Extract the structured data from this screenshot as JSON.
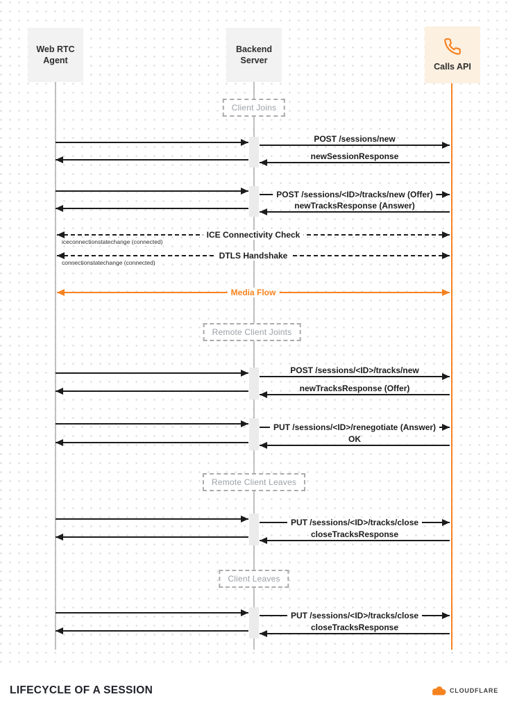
{
  "title": "LIFECYCLE OF A SESSION",
  "brand": {
    "name": "CLOUDFLARE",
    "icon": "cloudflare-cloud-icon"
  },
  "colors": {
    "accent": "#f6821f",
    "arrow": "#1b1b1b",
    "lifeline_gray": "#bfbfbf",
    "section_text": "#9aa0a6",
    "participant_gray_bg": "#f2f2f2",
    "calls_api_bg": "#fcf0e1"
  },
  "participants": [
    {
      "id": "webrtc",
      "label": "Web RTC Agent",
      "lines": [
        "Web RTC",
        "Agent"
      ]
    },
    {
      "id": "backend",
      "label": "Backend Server",
      "lines": [
        "Backend",
        "Server"
      ]
    },
    {
      "id": "calls",
      "label": "Calls API",
      "lines": [
        "Calls API"
      ],
      "icon": "phone-icon"
    }
  ],
  "sections": [
    {
      "label": "Client Joins"
    },
    {
      "label": "Remote Client Joints"
    },
    {
      "label": "Remote Client Leaves"
    },
    {
      "label": "Client Leaves"
    }
  ],
  "messages": [
    {
      "from": "webrtc",
      "to": "backend",
      "label": "",
      "style": "solid"
    },
    {
      "from": "backend",
      "to": "calls",
      "label": "POST /sessions/new",
      "style": "solid",
      "label_pos": "above"
    },
    {
      "from": "backend",
      "to": "webrtc",
      "label": "",
      "style": "solid"
    },
    {
      "from": "calls",
      "to": "backend",
      "label": "newSessionResponse",
      "style": "solid",
      "label_pos": "above"
    },
    {
      "from": "webrtc",
      "to": "backend",
      "label": "",
      "style": "solid"
    },
    {
      "from": "backend",
      "to": "calls",
      "label": "POST /sessions/<ID>/tracks/new (Offer)",
      "style": "solid",
      "label_pos": "inline"
    },
    {
      "from": "backend",
      "to": "webrtc",
      "label": "",
      "style": "solid"
    },
    {
      "from": "calls",
      "to": "backend",
      "label": "newTracksResponse (Answer)",
      "style": "solid",
      "label_pos": "above"
    },
    {
      "from": "webrtc",
      "to": "calls",
      "label": "ICE Connectivity Check",
      "style": "dashed",
      "bidirectional": true,
      "label_pos": "inline",
      "annotation": "iceconnectionstatechange (connected)"
    },
    {
      "from": "webrtc",
      "to": "calls",
      "label": "DTLS Handshake",
      "style": "dashed",
      "bidirectional": true,
      "label_pos": "inline",
      "annotation": "connectionstatechange (connected)"
    },
    {
      "from": "webrtc",
      "to": "calls",
      "label": "Media Flow",
      "style": "solid",
      "bidirectional": true,
      "label_pos": "inline",
      "color": "accent"
    },
    {
      "from": "webrtc",
      "to": "backend",
      "label": "",
      "style": "solid"
    },
    {
      "from": "backend",
      "to": "calls",
      "label": "POST /sessions/<ID>/tracks/new",
      "style": "solid",
      "label_pos": "above"
    },
    {
      "from": "backend",
      "to": "webrtc",
      "label": "",
      "style": "solid"
    },
    {
      "from": "calls",
      "to": "backend",
      "label": "newTracksResponse (Offer)",
      "style": "solid",
      "label_pos": "above"
    },
    {
      "from": "webrtc",
      "to": "backend",
      "label": "",
      "style": "solid"
    },
    {
      "from": "backend",
      "to": "calls",
      "label": "PUT /sessions/<ID>/renegotiate (Answer)",
      "style": "solid",
      "label_pos": "inline"
    },
    {
      "from": "backend",
      "to": "webrtc",
      "label": "",
      "style": "solid"
    },
    {
      "from": "calls",
      "to": "backend",
      "label": "OK",
      "style": "solid",
      "label_pos": "above"
    },
    {
      "from": "webrtc",
      "to": "backend",
      "label": "",
      "style": "solid"
    },
    {
      "from": "backend",
      "to": "calls",
      "label": "PUT /sessions/<ID>/tracks/close",
      "style": "solid",
      "label_pos": "inline"
    },
    {
      "from": "backend",
      "to": "webrtc",
      "label": "",
      "style": "solid"
    },
    {
      "from": "calls",
      "to": "backend",
      "label": "closeTracksResponse",
      "style": "solid",
      "label_pos": "above"
    },
    {
      "from": "webrtc",
      "to": "backend",
      "label": "",
      "style": "solid"
    },
    {
      "from": "backend",
      "to": "calls",
      "label": "PUT /sessions/<ID>/tracks/close",
      "style": "solid",
      "label_pos": "inline"
    },
    {
      "from": "backend",
      "to": "webrtc",
      "label": "",
      "style": "solid"
    },
    {
      "from": "calls",
      "to": "backend",
      "label": "closeTracksResponse",
      "style": "solid",
      "label_pos": "above"
    }
  ]
}
